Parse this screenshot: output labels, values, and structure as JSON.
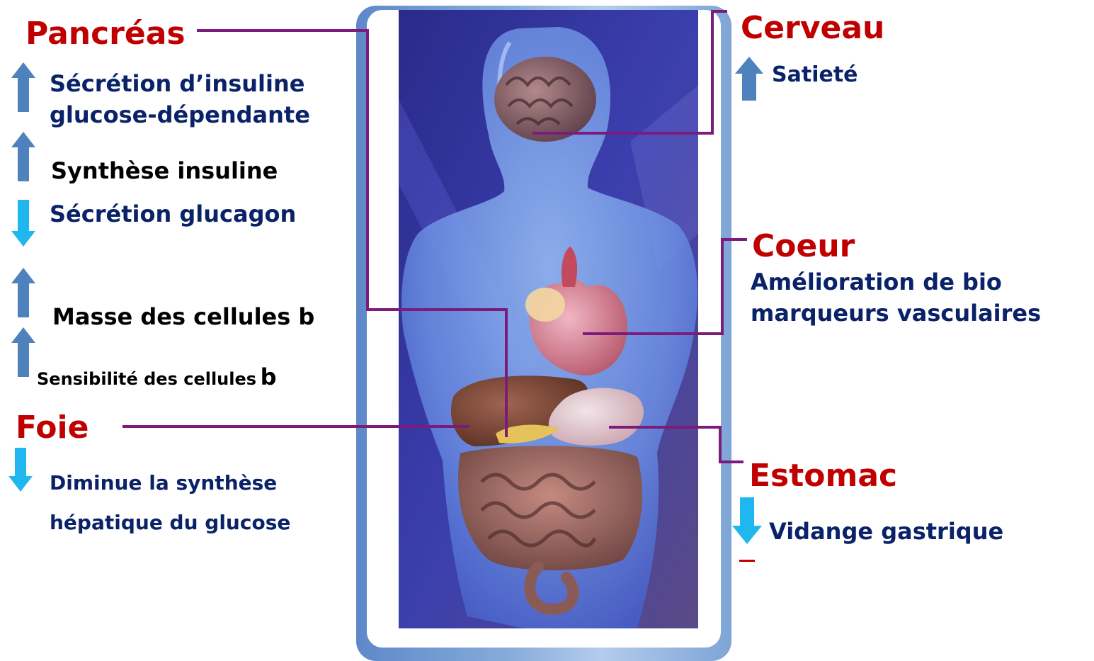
{
  "colors": {
    "organ_label": "#c00000",
    "effect_text_blue": "#0a2268",
    "effect_text_black": "#000000",
    "arrow_up": "#4f81bd",
    "arrow_down": "#1fb7ee",
    "connector": "#7b1b7b",
    "frame": "#7fa6d6"
  },
  "pancreas": {
    "title": "Pancréas",
    "effects": [
      {
        "text1": "Sécrétion d’insuline",
        "text2": "glucose-dépendante",
        "direction": "up"
      },
      {
        "text": "Synthèse insuline",
        "direction": "up"
      },
      {
        "text": "Sécrétion glucagon",
        "direction": "down"
      },
      {
        "text": "Masse des cellules b",
        "direction": "up"
      },
      {
        "text": "Sensibilité des cellules",
        "symbol": "b",
        "direction": "up"
      }
    ]
  },
  "liver": {
    "title": "Foie",
    "effect": {
      "text1": "Diminue la synthèse",
      "text2": "hépatique du glucose",
      "direction": "down"
    }
  },
  "brain": {
    "title": "Cerveau",
    "effect": {
      "text": "Satieté",
      "direction": "up"
    }
  },
  "heart": {
    "title": "Coeur",
    "effect": {
      "text1": "Amélioration de bio",
      "text2": "marqueurs vasculaires"
    }
  },
  "stomach": {
    "title": "Estomac",
    "effect": {
      "text": "Vidange gastrique",
      "direction": "down"
    }
  },
  "illustration": {
    "subject": "human-body-organs"
  }
}
